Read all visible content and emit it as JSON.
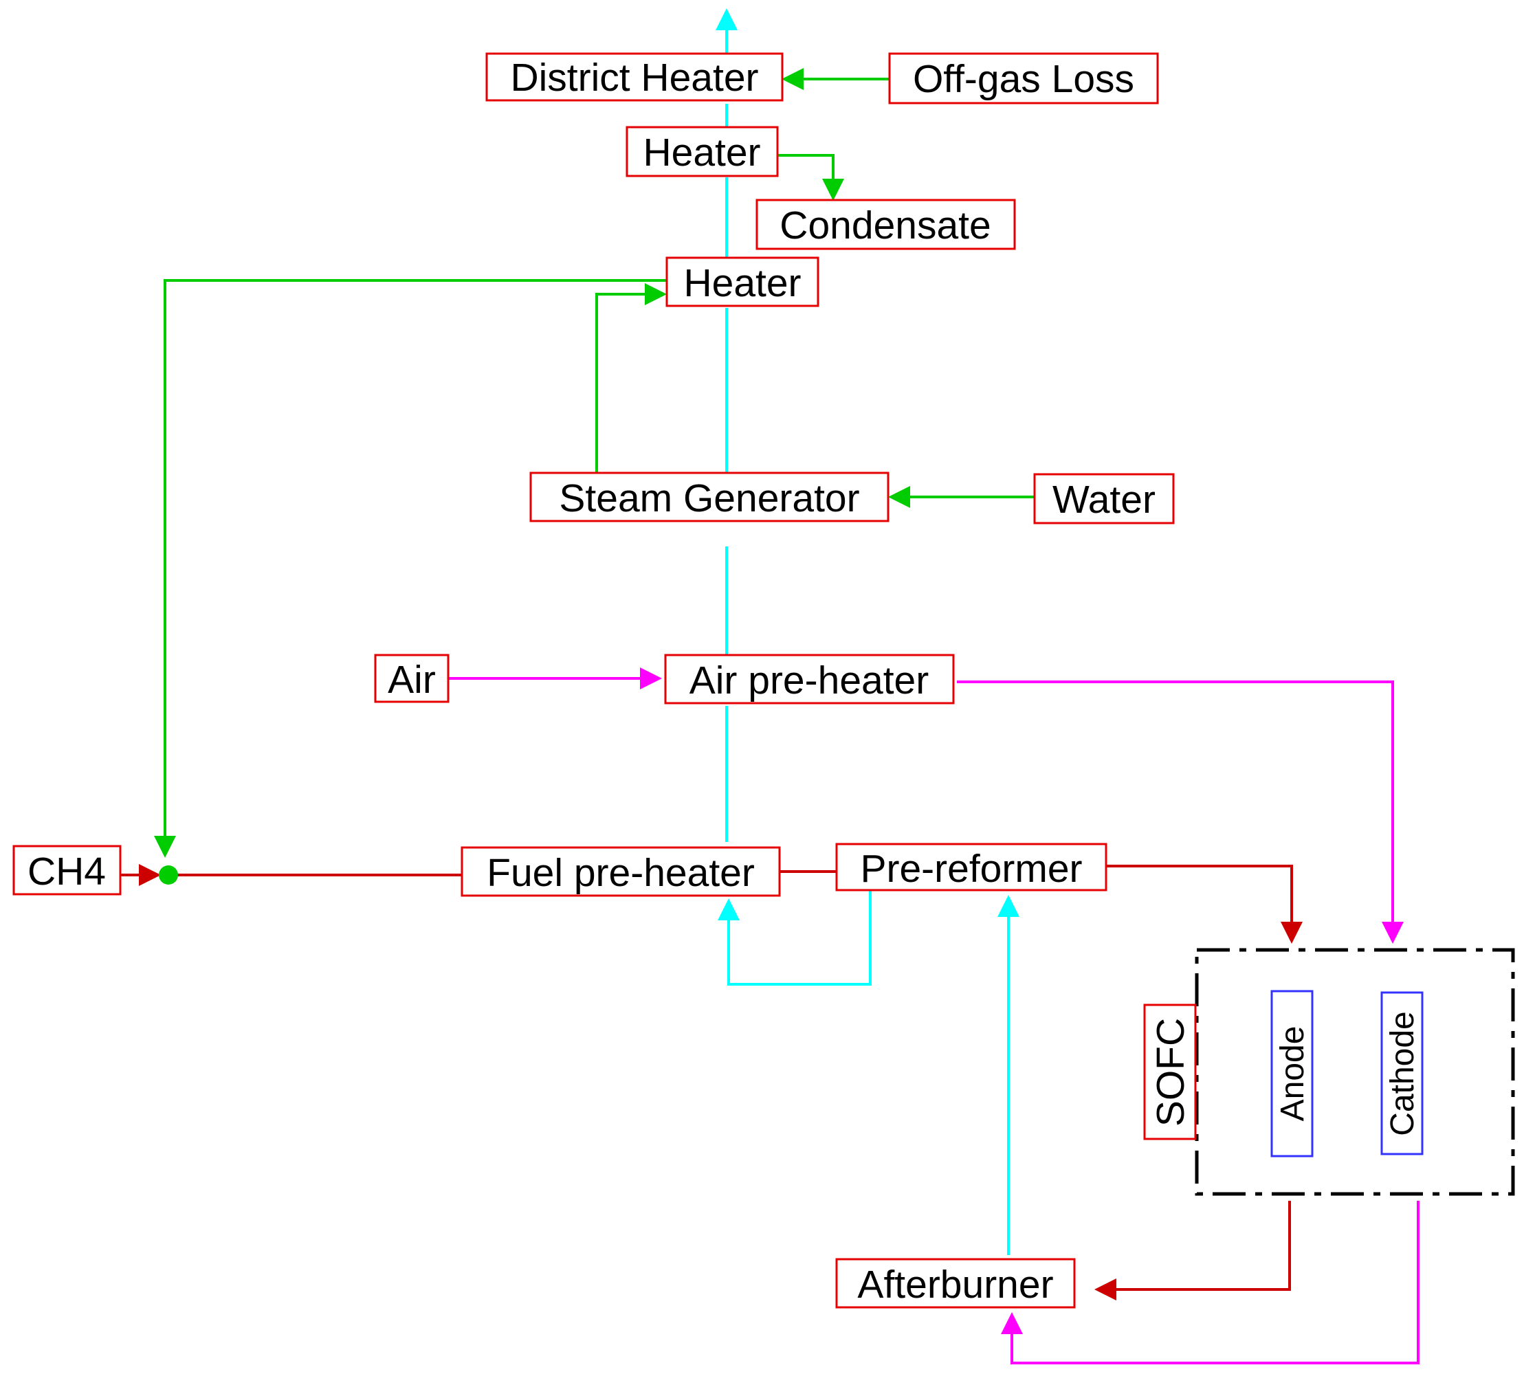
{
  "colors": {
    "box_border": "#e60000",
    "inner_box_border": "#3333ff",
    "exhaust": "#00ffff",
    "water_steam": "#00cc00",
    "air": "#ff00ff",
    "fuel": "#cc0000",
    "sofc_boundary": "#000000"
  },
  "nodes": {
    "district_heater": "District Heater",
    "off_gas_loss": "Off-gas Loss",
    "heater_top": "Heater",
    "condensate": "Condensate",
    "heater_mid": "Heater",
    "steam_generator": "Steam Generator",
    "water": "Water",
    "air": "Air",
    "air_preheater": "Air pre-heater",
    "ch4": "CH4",
    "fuel_preheater": "Fuel pre-heater",
    "pre_reformer": "Pre-reformer",
    "sofc": "SOFC",
    "anode": "Anode",
    "cathode": "Cathode",
    "afterburner": "Afterburner"
  }
}
